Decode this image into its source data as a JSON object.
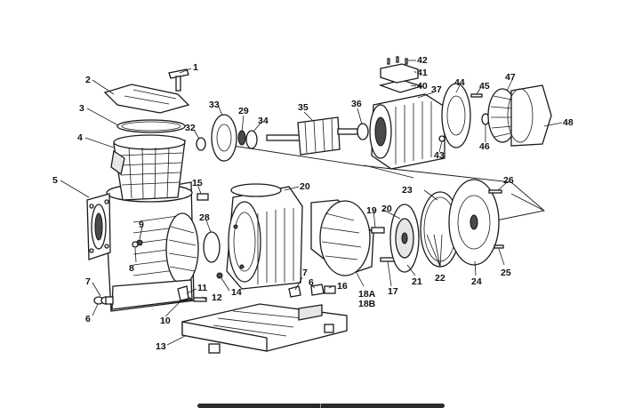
{
  "parts": {
    "p1": "1",
    "p2": "2",
    "p3": "3",
    "p4": "4",
    "p5": "5",
    "p6": "6",
    "p6b": "6",
    "p7": "7",
    "p7b": "7",
    "p8": "8",
    "p9": "9",
    "p10": "10",
    "p11": "11",
    "p12": "12",
    "p13": "13",
    "p14": "14",
    "p15": "15",
    "p16": "16",
    "p17": "17",
    "p18a": "18A",
    "p18b": "18B",
    "p19": "19",
    "p20": "20",
    "p20b": "20",
    "p21": "21",
    "p22": "22",
    "p23": "23",
    "p24": "24",
    "p25": "25",
    "p26": "26",
    "p28": "28",
    "p29": "29",
    "p32": "32",
    "p33": "33",
    "p34": "34",
    "p35": "35",
    "p36": "36",
    "p37": "37",
    "p40": "40",
    "p41": "41",
    "p42": "42",
    "p43": "43",
    "p44": "44",
    "p45": "45",
    "p46": "46",
    "p47": "47",
    "p48": "48"
  }
}
